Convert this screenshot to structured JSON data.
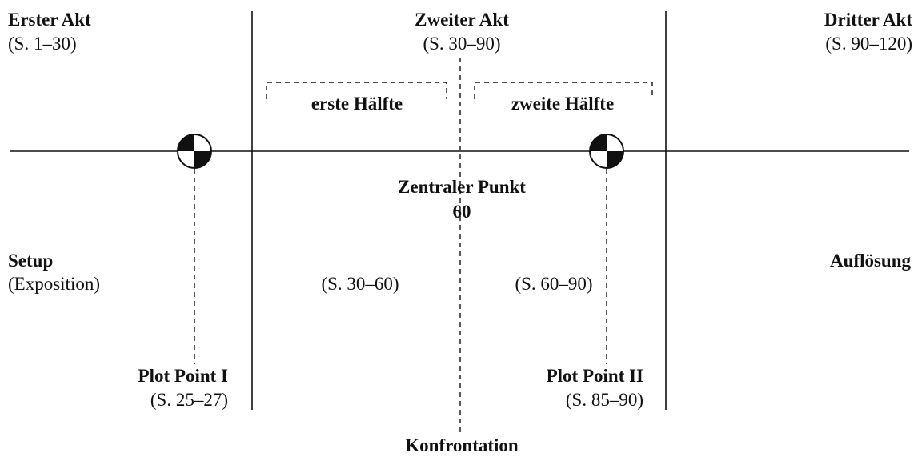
{
  "acts": {
    "first": {
      "title": "Erster Akt",
      "pages": "(S. 1–30)"
    },
    "second": {
      "title": "Zweiter Akt",
      "pages": "(S. 30–90)"
    },
    "third": {
      "title": "Dritter Akt",
      "pages": "(S. 90–120)"
    }
  },
  "halves": {
    "first": "erste Hälfte",
    "second": "zweite Hälfte"
  },
  "midpoint": {
    "title": "Zentraler Punkt",
    "page": "60"
  },
  "sections": {
    "setup": {
      "title": "Setup",
      "subtitle": "(Exposition)"
    },
    "resolution": {
      "title": "Auflösung"
    },
    "confrontation": {
      "title": "Konfrontation"
    },
    "second_act_first_half_pages": "(S. 30–60)",
    "second_act_second_half_pages": "(S. 60–90)"
  },
  "plot_points": {
    "first": {
      "title": "Plot Point I",
      "pages": "(S. 25–27)"
    },
    "second": {
      "title": "Plot Point II",
      "pages": "(S. 85–90)"
    }
  },
  "colors": {
    "ink": "#111111",
    "background": "#ffffff"
  },
  "icons": {
    "plot_point_marker": "quartered-circle-icon"
  }
}
